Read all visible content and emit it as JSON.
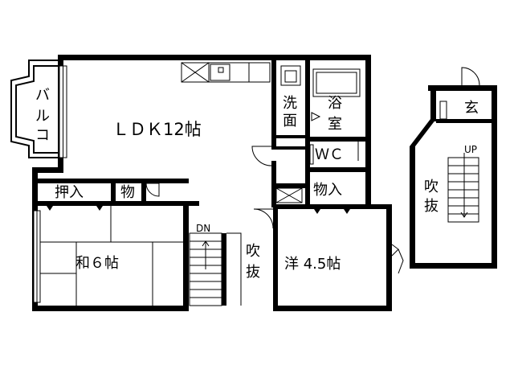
{
  "rooms": {
    "ldk": "ＬＤＫ12帖",
    "washroom_1": "洗",
    "washroom_2": "面",
    "bath_1": "浴",
    "bath_2": "室",
    "wc": "ＷＣ",
    "storage_right": "物入",
    "closet": "押入",
    "storage_left": "物",
    "washitsu": "和６帖",
    "youshitsu": "洋 4.5帖",
    "void_center_1": "吹",
    "void_center_2": "抜",
    "void_right_1": "吹",
    "void_right_2": "抜",
    "entrance": "玄",
    "balcony_1": "バ",
    "balcony_2": "ル",
    "balcony_3": "コ"
  },
  "stairs": {
    "down": "DN",
    "up": "UP"
  }
}
